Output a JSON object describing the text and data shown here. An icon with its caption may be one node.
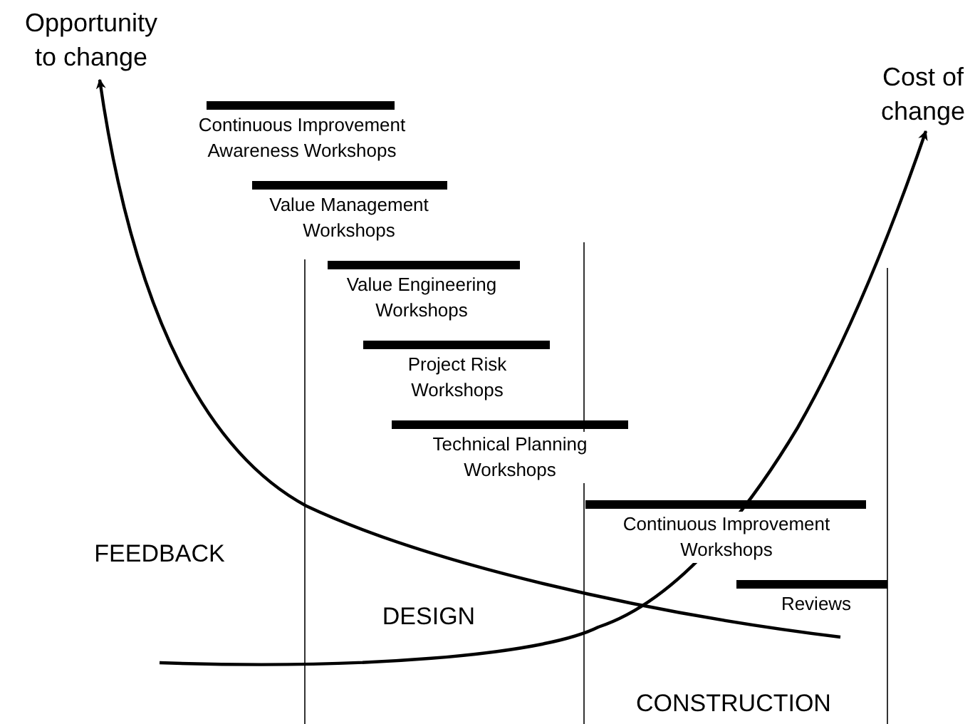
{
  "diagram": {
    "nodes": [
      {
        "text": [
          "Opportunity to change"
        ]
      },
      {
        "text": [
          "Cost of change"
        ]
      }
    ],
    "edges": [
      {
        "from": null,
        "to": 0,
        "arrow": "to"
      },
      {
        "from": null,
        "to": 1,
        "arrow": "to"
      }
    ],
    "labels": [
      "Continuous Improvement Awareness Workshops",
      "Value Management Workshops",
      "Value Engineering Workshops",
      "Project Risk Workshops",
      "Technical Planning Workshops",
      "Continuous Improvement Workshops",
      "Reviews",
      "FEEDBACK",
      "DESIGN",
      "CONSTRUCTION"
    ]
  }
}
